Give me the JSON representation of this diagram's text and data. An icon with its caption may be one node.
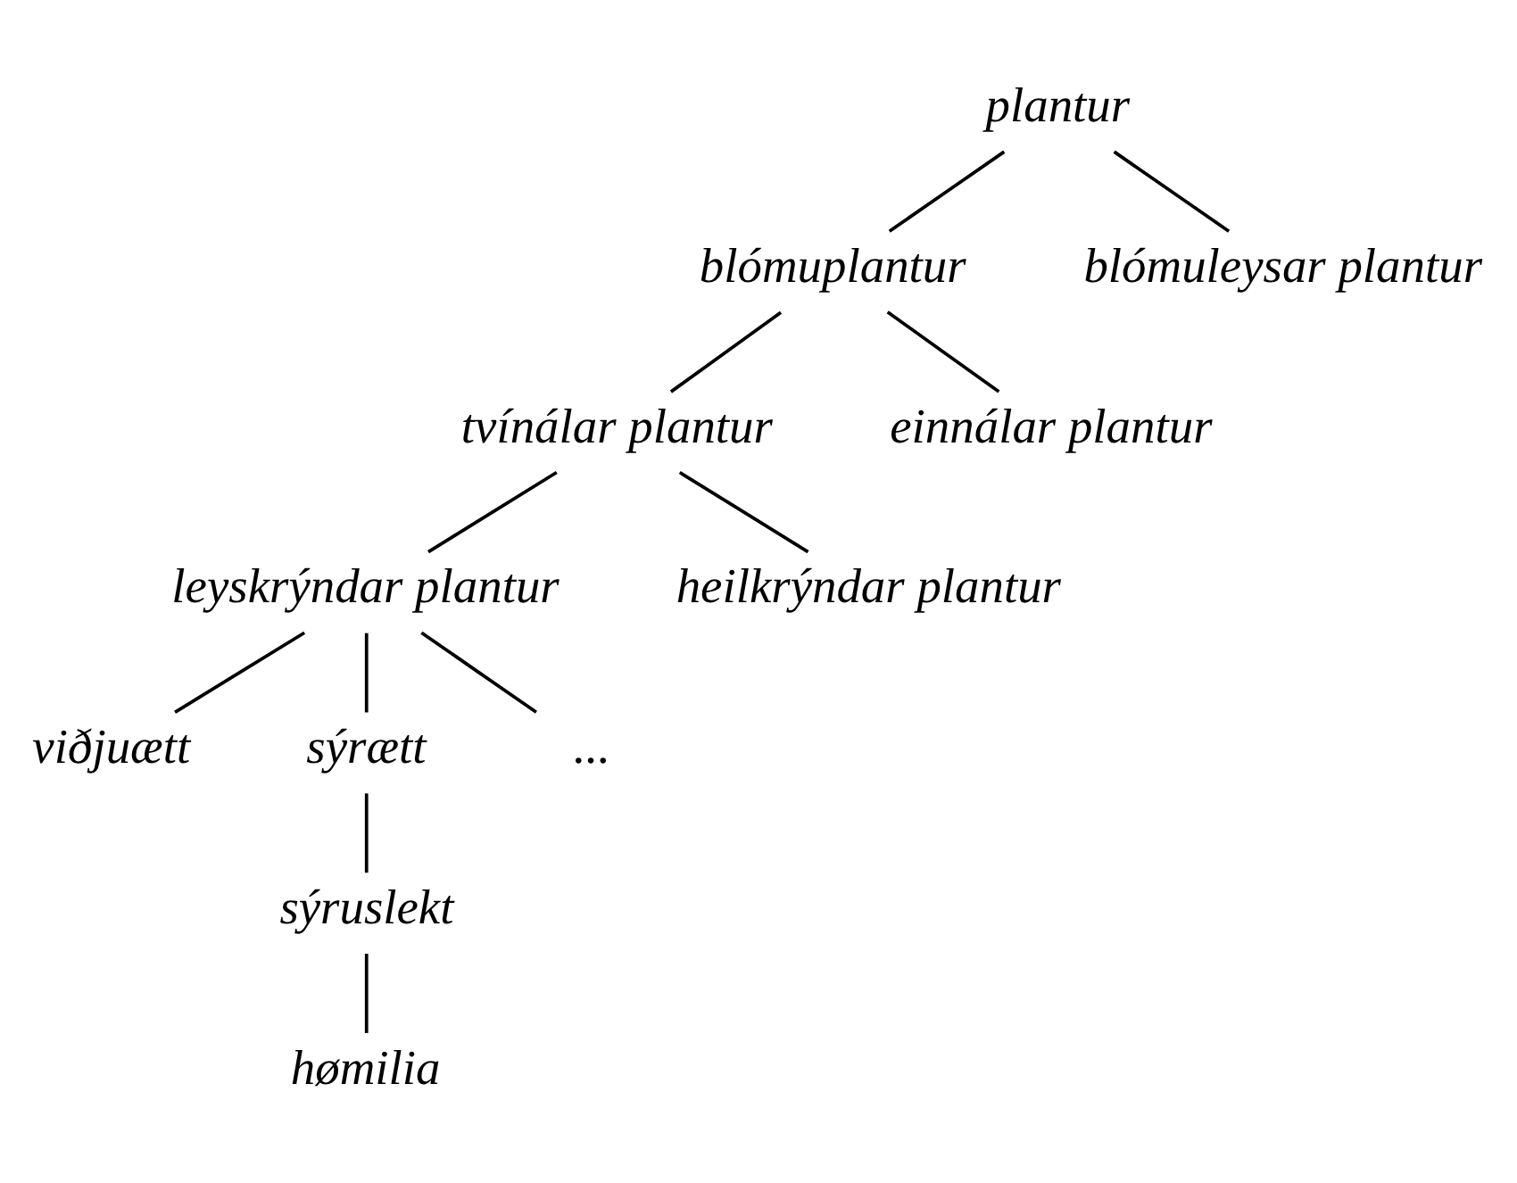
{
  "diagram": {
    "nodes": [
      {
        "text": [
          "plantur"
        ]
      },
      {
        "text": [
          "blómuplantur"
        ]
      },
      {
        "text": [
          "blómuleysar plantur"
        ]
      },
      {
        "text": [
          "tvínálar plantur"
        ]
      },
      {
        "text": [
          "einnálar plantur"
        ]
      },
      {
        "text": [
          "leyskrýndar plantur"
        ]
      },
      {
        "text": [
          "heilkrýndar plantur"
        ]
      },
      {
        "text": [
          "viðjuætt"
        ]
      },
      {
        "text": [
          "sýrætt"
        ]
      },
      {
        "text": [
          "..."
        ]
      },
      {
        "text": [
          "sýruslekt"
        ]
      },
      {
        "text": [
          "hømilia"
        ]
      }
    ],
    "edges": [
      {
        "from": 0,
        "to": 1,
        "arrow": "none"
      },
      {
        "from": 0,
        "to": 2,
        "arrow": "none"
      },
      {
        "from": 1,
        "to": 3,
        "arrow": "none"
      },
      {
        "from": 1,
        "to": 4,
        "arrow": "none"
      },
      {
        "from": 3,
        "to": 5,
        "arrow": "none"
      },
      {
        "from": 3,
        "to": 6,
        "arrow": "none"
      },
      {
        "from": 5,
        "to": 7,
        "arrow": "none"
      },
      {
        "from": 5,
        "to": 8,
        "arrow": "none"
      },
      {
        "from": 5,
        "to": 9,
        "arrow": "none"
      },
      {
        "from": 8,
        "to": 10,
        "arrow": "none"
      },
      {
        "from": 10,
        "to": 11,
        "arrow": "none"
      }
    ]
  }
}
